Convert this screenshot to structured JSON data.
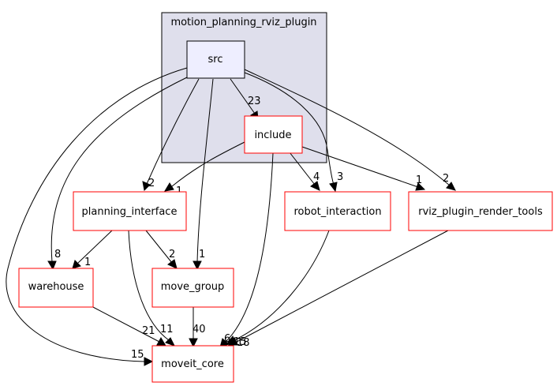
{
  "cluster": {
    "label": "motion_planning_rviz_plugin"
  },
  "nodes": {
    "src": "src",
    "include": "include",
    "planning_interface": "planning_interface",
    "robot_interaction": "robot_interaction",
    "rviz_plugin_render_tools": "rviz_plugin_render_tools",
    "warehouse": "warehouse",
    "move_group": "move_group",
    "moveit_core": "moveit_core"
  },
  "edges": {
    "src_include": "23",
    "src_planning_interface": "2",
    "src_move_group": "1",
    "src_warehouse": "8",
    "src_moveit_core": "15",
    "src_robot_interaction": "3",
    "src_rviz_plugin_render_tools": "2",
    "include_planning_interface": "1",
    "include_robot_interaction": "4",
    "include_rviz_plugin_render_tools": "1",
    "include_moveit_core": "6",
    "planning_interface_warehouse": "1",
    "planning_interface_move_group": "2",
    "planning_interface_moveit_core": "11",
    "warehouse_moveit_core": "21",
    "move_group_moveit_core": "40",
    "robot_interaction_moveit_core": "15",
    "rviz_plugin_render_tools_moveit_core": "18"
  }
}
